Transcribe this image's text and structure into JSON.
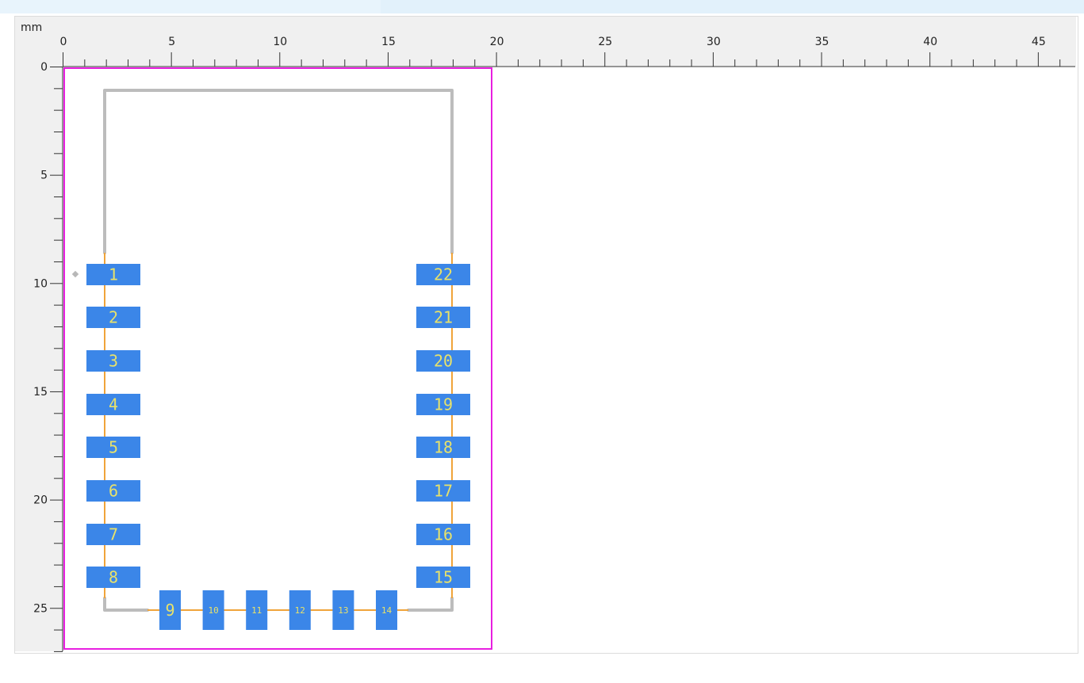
{
  "units_label": "mm",
  "ruler": {
    "x_labels": [
      "0",
      "5",
      "10",
      "15",
      "20",
      "25",
      "30",
      "35",
      "40",
      "45"
    ],
    "y_labels": [
      "0",
      "5",
      "10",
      "15",
      "20",
      "25"
    ]
  },
  "colors": {
    "pad": "#3b86e8",
    "pad_text": "#e8e26a",
    "trace": "#f0a43a",
    "silkscreen": "#bcbcbc",
    "boundary": "#e81fe0",
    "ruler_bg": "#f0f0f0"
  },
  "pads": {
    "left": [
      "1",
      "2",
      "3",
      "4",
      "5",
      "6",
      "7",
      "8"
    ],
    "right": [
      "22",
      "21",
      "20",
      "19",
      "18",
      "17",
      "16",
      "15"
    ],
    "bottom": [
      "9",
      "10",
      "11",
      "12",
      "13",
      "14"
    ]
  }
}
